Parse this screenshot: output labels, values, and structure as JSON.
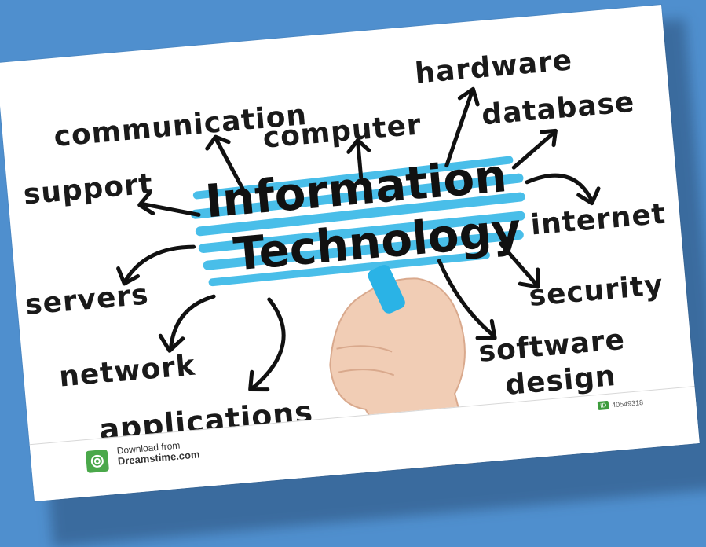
{
  "title": {
    "line1": "Information",
    "line2": "Technology"
  },
  "words": {
    "communication": "communication",
    "computer": "computer",
    "hardware": "hardware",
    "database": "database",
    "support": "support",
    "internet": "internet",
    "servers": "servers",
    "security": "security",
    "network": "network",
    "software": "software",
    "design": "design",
    "applications": "applications"
  },
  "footer": {
    "download_line1": "Download from",
    "download_line2": "Dreamstime.com",
    "id_label": "ID",
    "id_number": "40549318"
  },
  "colors": {
    "background": "#4f8fce",
    "highlighter": "#2ab3e6",
    "ink": "#1a1a1a",
    "logo": "#4aa84a"
  }
}
